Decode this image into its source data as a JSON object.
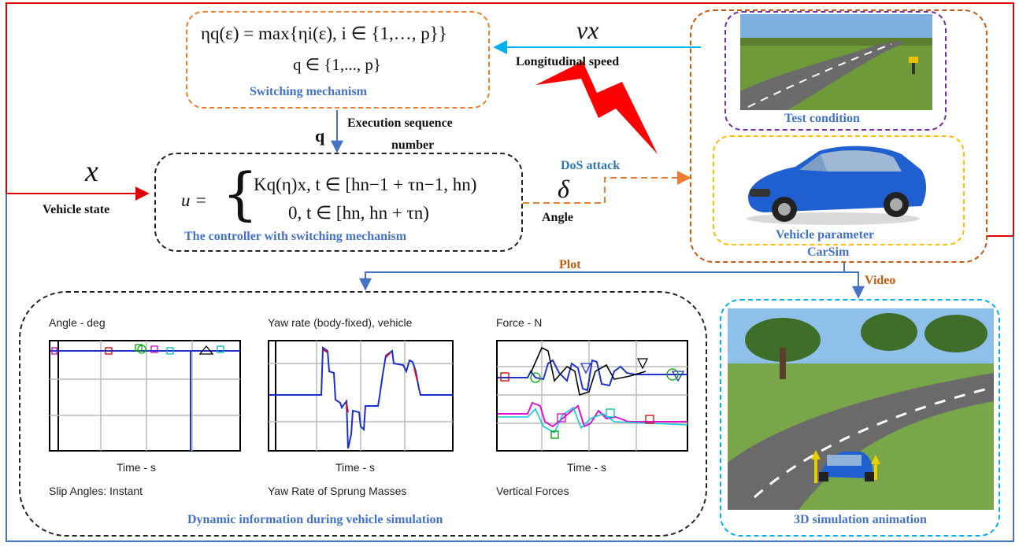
{
  "switching_box": {
    "formula_line1": "ηq(ε) = max{ηi(ε), i ∈ {1,…, p}}",
    "formula_line2": "q ∈ {1,..., p}",
    "label": "Switching mechanism"
  },
  "speed_signal": {
    "symbol": "vx",
    "label": "Longitudinal speed"
  },
  "sequence_signal": {
    "symbol": "q",
    "label_line1": "Execution sequence",
    "label_line2": "number"
  },
  "state_signal": {
    "symbol": "x",
    "label": "Vehicle state"
  },
  "controller_box": {
    "lhs": "u =",
    "case1": "Kq(η)x, t ∈ [hn−1 + τn−1, hn)",
    "case2": "0, t ∈ [hn, hn + τn)",
    "label": "The controller with switching mechanism"
  },
  "angle_signal": {
    "symbol": "δ",
    "label": "Angle"
  },
  "attack": {
    "label": "DoS attack"
  },
  "carsim_box": {
    "test_label": "Test condition",
    "vehicle_label": "Vehicle parameter",
    "carsim_label": "CarSim"
  },
  "arrows": {
    "plot": "Plot",
    "video": "Video"
  },
  "dynamic_box": {
    "label": "Dynamic information during vehicle simulation",
    "plots": [
      {
        "title": "Angle - deg",
        "xlabel": "Time - s",
        "caption": "Slip Angles: Instant"
      },
      {
        "title": "Yaw rate (body-fixed), vehicle",
        "xlabel": "Time - s",
        "caption": "Yaw Rate of Sprung Masses"
      },
      {
        "title": "Force - N",
        "xlabel": "Time - s",
        "caption": "Vertical Forces"
      }
    ]
  },
  "animation_box": {
    "label": "3D simulation animation"
  },
  "colors": {
    "blue_label": "#4472c4",
    "orange_label": "#c55a11",
    "feedback_red": "#e00000",
    "feedback_blue": "#4472c4",
    "speed_arrow": "#00b0f0",
    "switch_box_border": "#ed7d31",
    "test_box_border": "#7030a0",
    "vehicle_box_border": "#ffc000",
    "animation_box_border": "#00b0f0",
    "lightning": "#ff0000"
  }
}
